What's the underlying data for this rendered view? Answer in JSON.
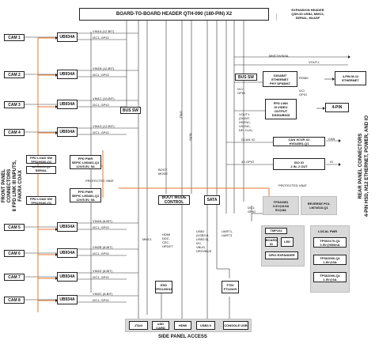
{
  "header": "BOARD-TO-BOARD HEADER QTH-090 (180-PIN) X2",
  "expansion": "EXPANSION HEADER\nQSH-60 USB2, MMC3,\nSERIAL, McASP",
  "cams": [
    "CAM 1",
    "CAM 2",
    "CAM 3",
    "CAM 4",
    "CAM 5",
    "CAM 6",
    "CAM 7",
    "CAM 8"
  ],
  "ub934a": "UB934A",
  "cam_links": [
    [
      "VIN1A (12-BIT)",
      "I2C1, GPIO"
    ],
    [
      "VIN1B (12-BIT)",
      "I2C1, GPIO"
    ],
    [
      "VIN1C (10-BIT)",
      "I2C1, GPIO"
    ],
    [
      "VIN1D (12-BIT)",
      "I2C1, GPIO"
    ],
    [
      "VIN2A (8-BIT)",
      "I2C1, GPIO"
    ],
    [
      "VIN2B (8-BIT)",
      "I2C1, GPIO"
    ],
    [
      "VIN1E (8-BIT)",
      "I2C1, GPIO"
    ],
    [
      "VIN2C (8-BIT)",
      "I2C1, GPIO"
    ]
  ],
  "bus_sw_left": "BUS SW",
  "fpd_load_1": "FPD LOAD SW\nTPS1H100-Q1",
  "ads1115": "ADS1115-Q1 SERIAL\nA2D X2",
  "fpd_pwr_1": "FPD PWR\nSEPIC LM3481-Q1\n12V/5.5V, 5A",
  "protected_vbat_1": "PROTECTED VBAT",
  "fpd_pwr_2": "FPD PWR\nSEPIC LM3481-Q1\n12V/5.5V, 5A",
  "fpd_load_2": "FPD LOAD SW\nTPS1H100-Q1",
  "front_panel": "FRONT PANEL\nCONNECTORS\n8 FPD LINK III INPUTS,\nFAKRA COAX",
  "jtag_label": "JTAG",
  "sata_label": "SATA",
  "boot_mode_label": "BOOT\nMODE",
  "boot_mode_control": "BOOT MODE\nCONTROL",
  "sata_box": "SATA",
  "mmc_vin3a": "MMC3/VIN3A",
  "vout1": "VOUT1",
  "bus_sw_right": "BUS SW",
  "gigabit": "GIGABIT\nETHERNET\nPHY DP83867",
  "eth_4pin": "4-PIN M-12\nETHERNET",
  "fpd_link": "FPD LINK\nIII VIDEO\nOUTPUT\nDS90UB925",
  "pin4": "4-PIN",
  "vout_labels": "VOUT1\n(24-BIT,\nHSYNC,\nVSYNC,\nDE, CLK)",
  "i2c_gpio_1": "I2C/\nGPIO",
  "i2c_gpio_2": "I2C/\nGPIO",
  "rgmii": "RGMII",
  "dcan": "DCAN X2",
  "can_xcvr": "CAN XCVR X2\nHVDA551-Q1",
  "can": "CAN",
  "gpio4x": "4X GPIO",
  "iso_io": "ISO IO\n2 IN, 2 OUT",
  "io": "IO",
  "mmc1": "MMC1",
  "hdmi_labels": "HDMI\nDDC,\nCEC,\nHPDET",
  "usb_labels": "USB1\n(USB3.0,\nUSB2.0),\nI2C,\nVBUS,\nDRVVBUS",
  "uart": "UART1,\nUART3",
  "i2c1_gpio": "I2C1,\nGPIO",
  "protected_vbat_2": "PROTECTED VBAT",
  "tps43351": "TPS43351\n3.3V@8.5A\n5V@8A",
  "reverse_pol": "REVERSE POL\nLM74610-Q1",
  "esd": "ESD\nTPD12S016",
  "ftdi": "FTDI\nFT2232H",
  "tmp102": "TMP102",
  "board_id": "BOARD\nID",
  "led": "LED",
  "gpio_expander": "GPIO EXPANDER",
  "local_pwr": "LOCAL PWR",
  "tps1": "TPS62170-Q1\n2.5V@500mA",
  "tps2": "TPS62090-Q1\n1.8V@3A",
  "tps3": "TPS62090-Q1\n1.5V@3A",
  "side_items": [
    "JTAG",
    "uSD\nCARD",
    "HDMI",
    "USB3.0",
    "CONSOLE USB"
  ],
  "side_panel": "SIDE PANEL ACCESS",
  "rear_panel": "REAR PANEL CONNECTORS\n4-PIN HSD, M12 ETHERNET, POWER, AND IO"
}
